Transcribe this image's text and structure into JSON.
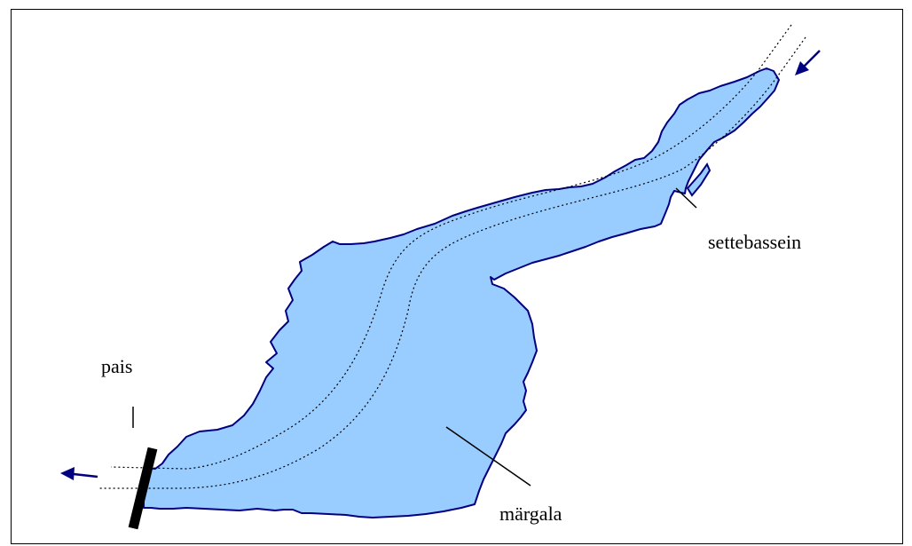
{
  "diagram": {
    "labels": {
      "pais": "pais",
      "settebassein": "settebassein",
      "margala": "märgala"
    },
    "colors": {
      "water_fill": "#99CCFF",
      "water_outline": "#000080",
      "flow_arrow": "#000080",
      "dam": "#000000",
      "frame": "#000000"
    },
    "icons": {
      "inflow": "arrow-down-left-icon",
      "outflow": "arrow-left-icon"
    }
  }
}
